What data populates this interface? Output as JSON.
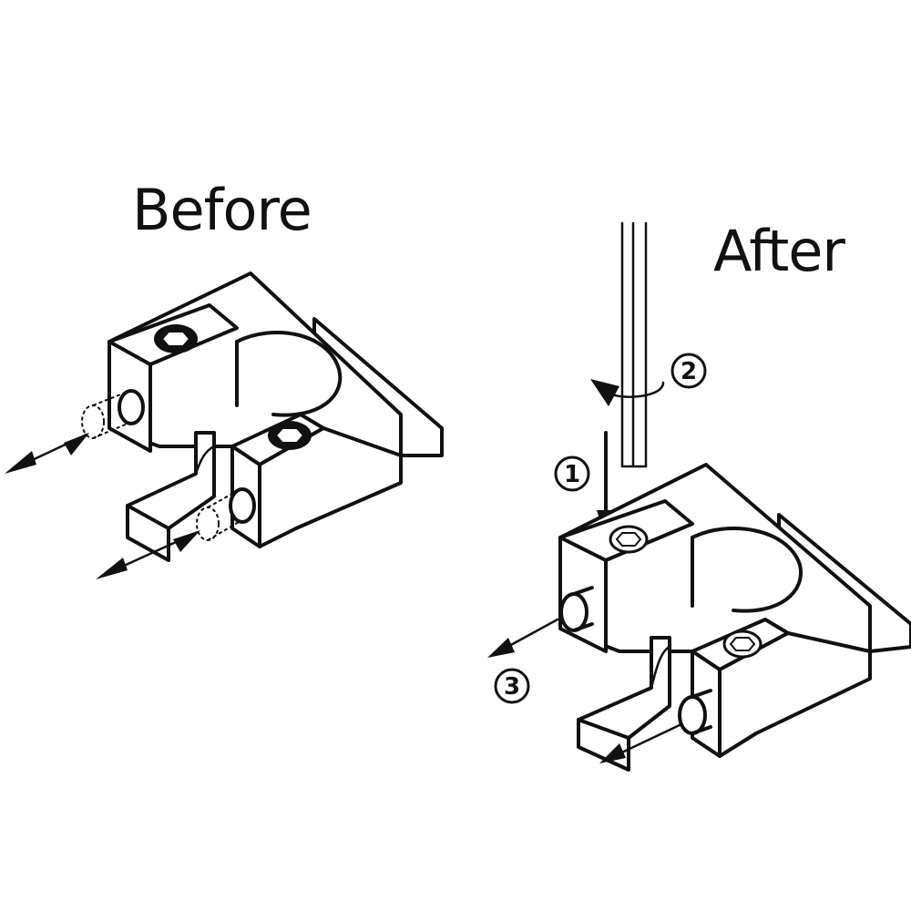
{
  "labels": {
    "before": "Before",
    "after": "After"
  },
  "steps": [
    {
      "number": "1"
    },
    {
      "number": "2"
    },
    {
      "number": "3"
    }
  ],
  "colors": {
    "line": "#111111",
    "background": "#ffffff"
  },
  "icons": [
    "hex-socket-screw-icon",
    "hex-key-icon",
    "rotation-arrow-icon",
    "double-arrow-icon"
  ]
}
